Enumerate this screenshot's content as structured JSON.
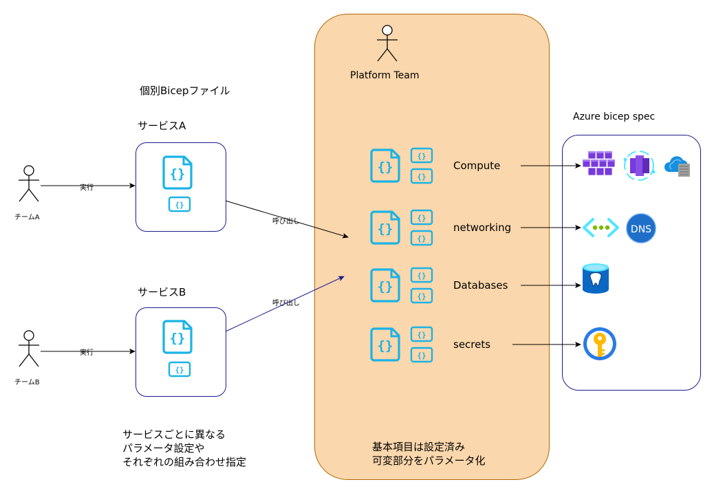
{
  "titles": {
    "individual_bicep": "個別Bicepファイル",
    "service_a": "サービスA",
    "service_b": "サービスB",
    "platform_team": "Platform Team",
    "azure_bicep_spec": "Azure bicep spec"
  },
  "actors": {
    "team_a": "チームA",
    "team_b": "チームB"
  },
  "edge_labels": {
    "execute_a": "実行",
    "execute_b": "実行",
    "call_a": "呼び出し",
    "call_b": "呼び出し"
  },
  "modules": [
    {
      "label": "Compute",
      "icons": [
        "kubernetes-icon",
        "container-apps-icon",
        "cloud-service-icon"
      ]
    },
    {
      "label": "networking",
      "icons": [
        "virtual-network-icon",
        "dns-icon"
      ]
    },
    {
      "label": "Databases",
      "icons": [
        "postgresql-icon"
      ]
    },
    {
      "label": "secrets",
      "icons": [
        "key-vault-icon"
      ]
    }
  ],
  "notes": {
    "services_note": "サービスごとに異なる\nパラメータ設定や\nそれぞれの組み合わせ指定",
    "platform_note": "基本項目は設定済み\n可変部分をパラメータ化"
  },
  "icon_text": {
    "dns": "DNS"
  },
  "colors": {
    "bicep_blue": "#1ab3e6",
    "platform_fill": "#fad7ac",
    "platform_border": "#b46504",
    "box_border": "#1a1a8c",
    "azure_purple": "#773adc",
    "azure_blue": "#0078d4"
  }
}
